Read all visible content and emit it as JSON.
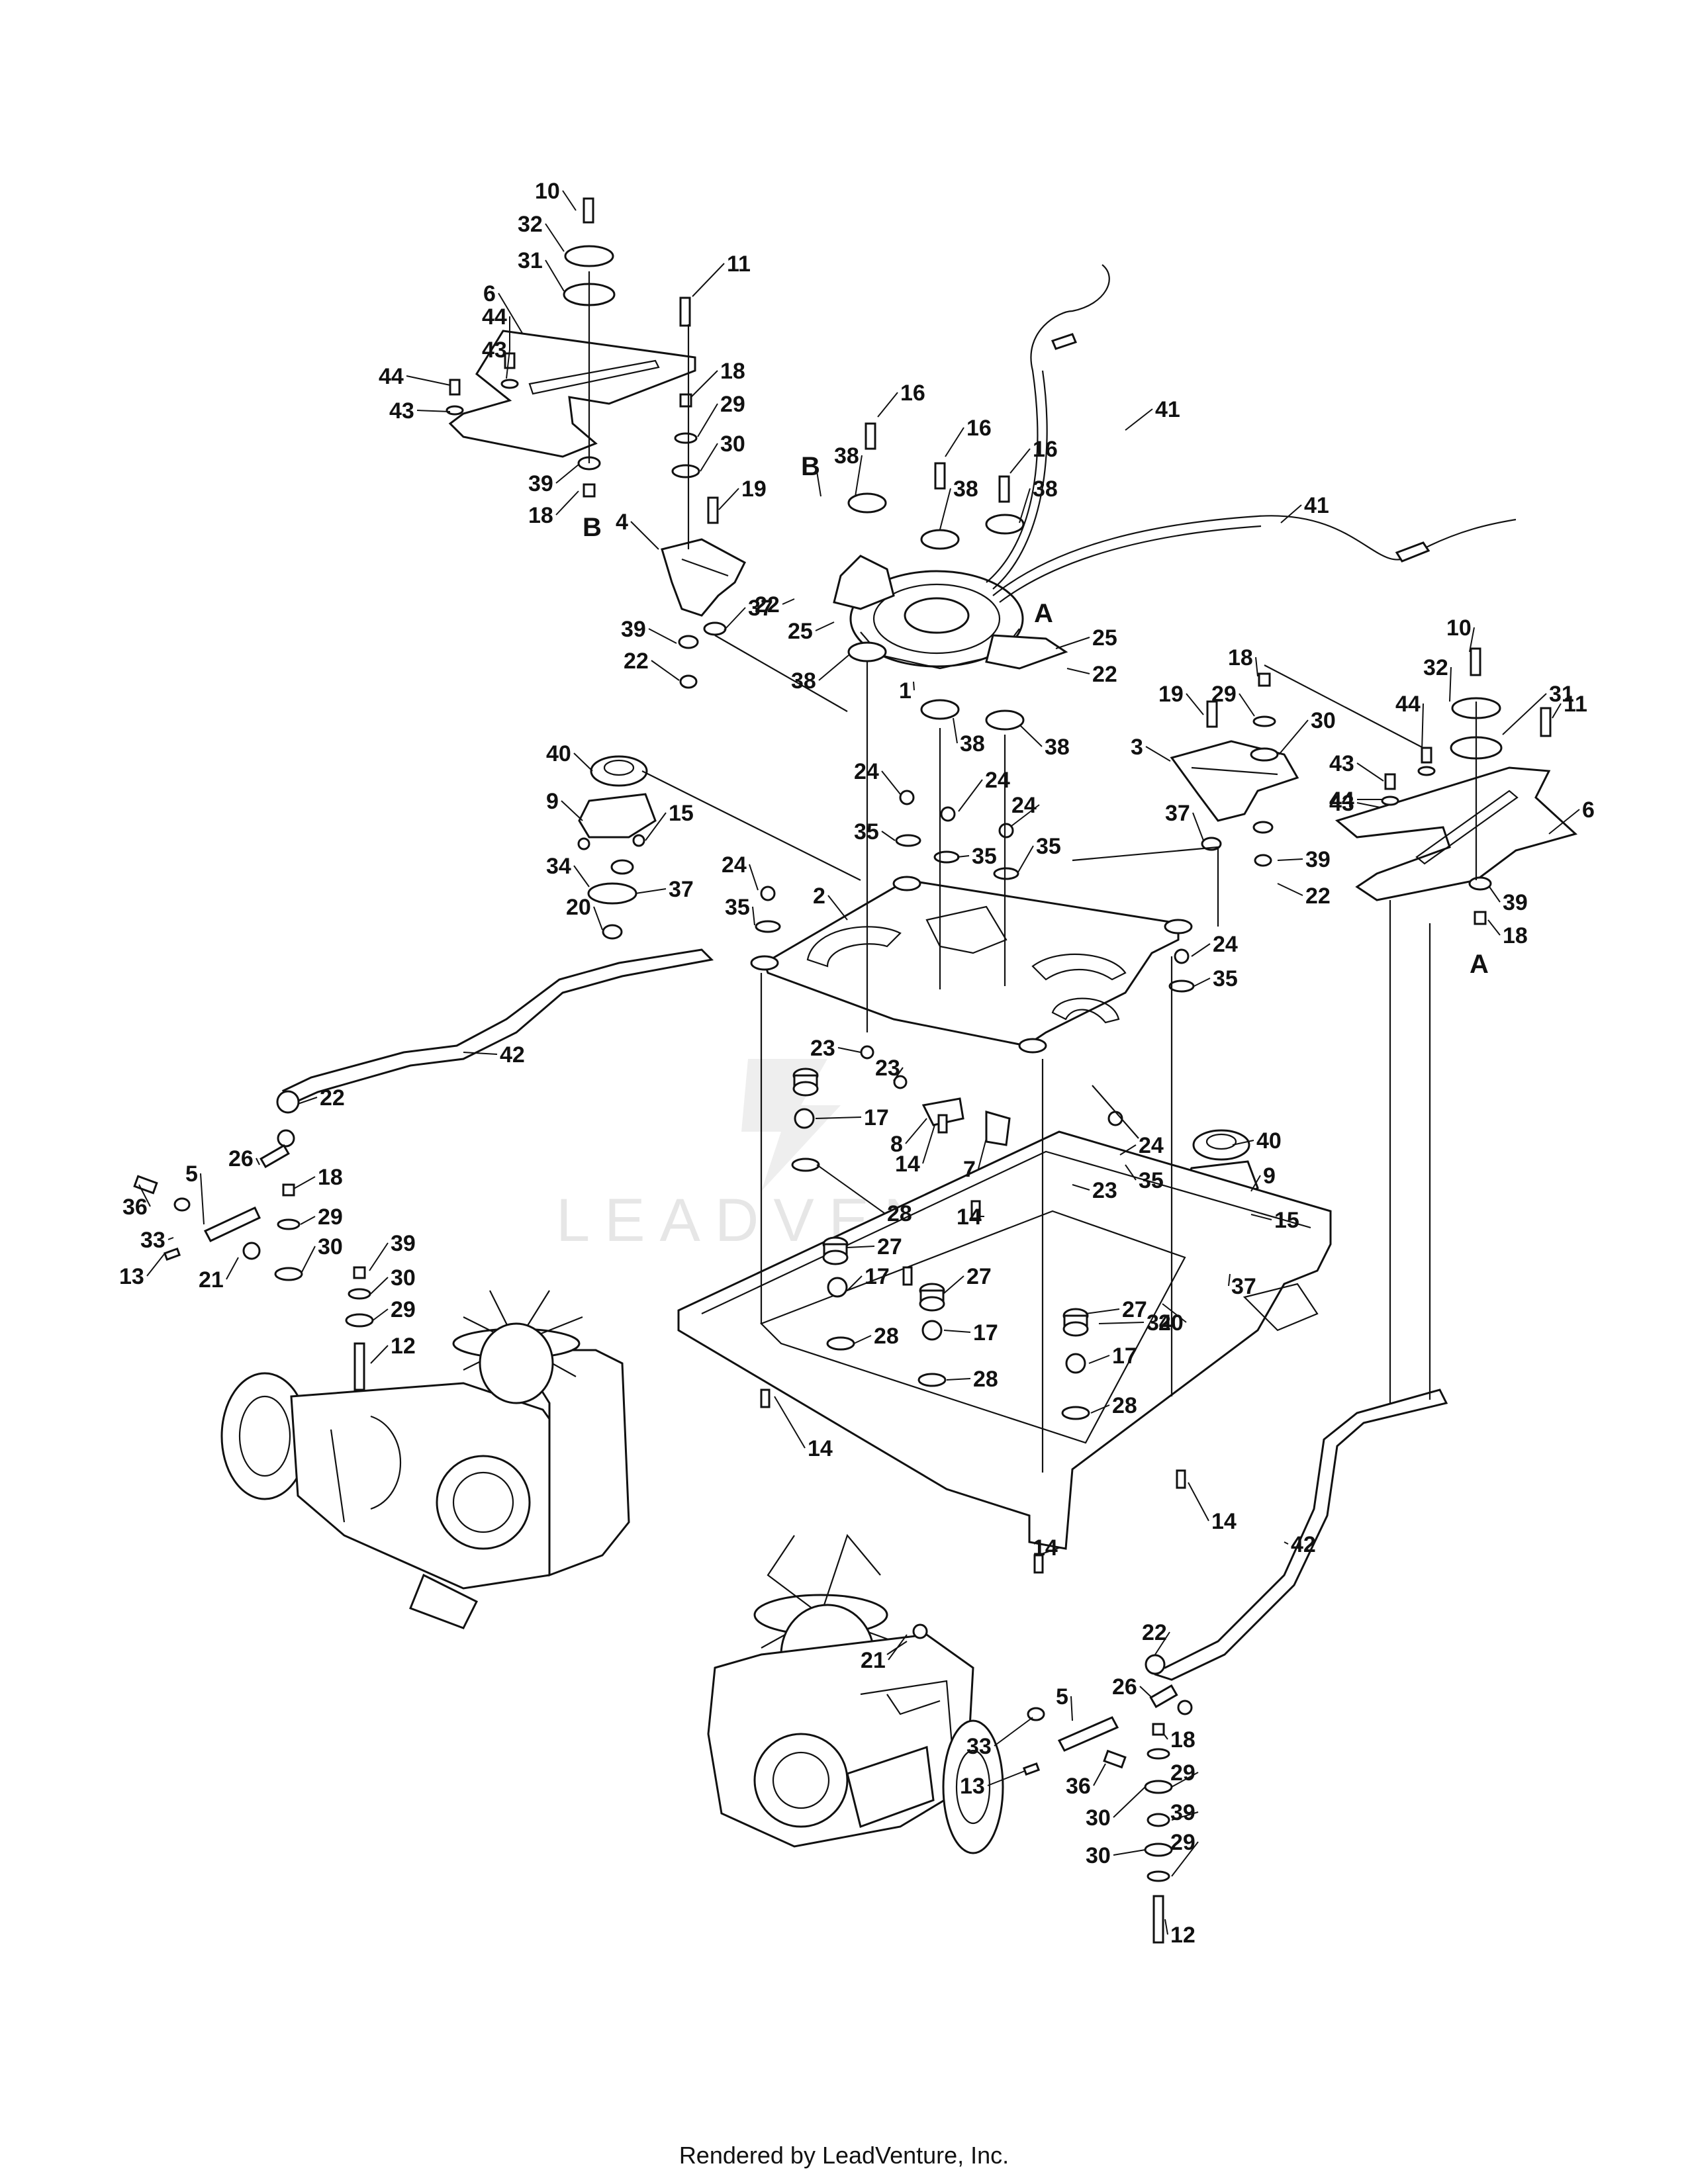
{
  "watermark": "LEADVENTURE",
  "footer": "Rendered by LeadVenture, Inc.",
  "callouts": [
    {
      "t": "10"
    },
    {
      "t": "32"
    },
    {
      "t": "31"
    },
    {
      "t": "11"
    },
    {
      "t": "6"
    },
    {
      "t": "44"
    },
    {
      "t": "43"
    },
    {
      "t": "44"
    },
    {
      "t": "43"
    },
    {
      "t": "18"
    },
    {
      "t": "29"
    },
    {
      "t": "30"
    },
    {
      "t": "39"
    },
    {
      "t": "18"
    },
    {
      "t": "B"
    },
    {
      "t": "19"
    },
    {
      "t": "4"
    },
    {
      "t": "39"
    },
    {
      "t": "22"
    },
    {
      "t": "37"
    },
    {
      "t": "16"
    },
    {
      "t": "16"
    },
    {
      "t": "16"
    },
    {
      "t": "38"
    },
    {
      "t": "38"
    },
    {
      "t": "38"
    },
    {
      "t": "B"
    },
    {
      "t": "22"
    },
    {
      "t": "25"
    },
    {
      "t": "38"
    },
    {
      "t": "1"
    },
    {
      "t": "38"
    },
    {
      "t": "38"
    },
    {
      "t": "A"
    },
    {
      "t": "25"
    },
    {
      "t": "22"
    },
    {
      "t": "41"
    },
    {
      "t": "41"
    },
    {
      "t": "10"
    },
    {
      "t": "18"
    },
    {
      "t": "32"
    },
    {
      "t": "31"
    },
    {
      "t": "11"
    },
    {
      "t": "19"
    },
    {
      "t": "29"
    },
    {
      "t": "30"
    },
    {
      "t": "3"
    },
    {
      "t": "44"
    },
    {
      "t": "43"
    },
    {
      "t": "44"
    },
    {
      "t": "43"
    },
    {
      "t": "6"
    },
    {
      "t": "37"
    },
    {
      "t": "39"
    },
    {
      "t": "22"
    },
    {
      "t": "39"
    },
    {
      "t": "18"
    },
    {
      "t": "A"
    },
    {
      "t": "40"
    },
    {
      "t": "9"
    },
    {
      "t": "15"
    },
    {
      "t": "34"
    },
    {
      "t": "37"
    },
    {
      "t": "20"
    },
    {
      "t": "24"
    },
    {
      "t": "24"
    },
    {
      "t": "24"
    },
    {
      "t": "35"
    },
    {
      "t": "35"
    },
    {
      "t": "35"
    },
    {
      "t": "24"
    },
    {
      "t": "35"
    },
    {
      "t": "2"
    },
    {
      "t": "24"
    },
    {
      "t": "35"
    },
    {
      "t": "42"
    },
    {
      "t": "23"
    },
    {
      "t": "23"
    },
    {
      "t": "22"
    },
    {
      "t": "17"
    },
    {
      "t": "8"
    },
    {
      "t": "14"
    },
    {
      "t": "7"
    },
    {
      "t": "24"
    },
    {
      "t": "35"
    },
    {
      "t": "23"
    },
    {
      "t": "14"
    },
    {
      "t": "40"
    },
    {
      "t": "9"
    },
    {
      "t": "15"
    },
    {
      "t": "36"
    },
    {
      "t": "33"
    },
    {
      "t": "5"
    },
    {
      "t": "26"
    },
    {
      "t": "18"
    },
    {
      "t": "29"
    },
    {
      "t": "30"
    },
    {
      "t": "13"
    },
    {
      "t": "21"
    },
    {
      "t": "28"
    },
    {
      "t": "27"
    },
    {
      "t": "17"
    },
    {
      "t": "27"
    },
    {
      "t": "39"
    },
    {
      "t": "30"
    },
    {
      "t": "29"
    },
    {
      "t": "12"
    },
    {
      "t": "28"
    },
    {
      "t": "17"
    },
    {
      "t": "28"
    },
    {
      "t": "27"
    },
    {
      "t": "34"
    },
    {
      "t": "37"
    },
    {
      "t": "20"
    },
    {
      "t": "17"
    },
    {
      "t": "28"
    },
    {
      "t": "14"
    },
    {
      "t": "14"
    },
    {
      "t": "14"
    },
    {
      "t": "42"
    },
    {
      "t": "22"
    },
    {
      "t": "21"
    },
    {
      "t": "5"
    },
    {
      "t": "26"
    },
    {
      "t": "18"
    },
    {
      "t": "33"
    },
    {
      "t": "29"
    },
    {
      "t": "13"
    },
    {
      "t": "36"
    },
    {
      "t": "30"
    },
    {
      "t": "39"
    },
    {
      "t": "30"
    },
    {
      "t": "29"
    },
    {
      "t": "12"
    }
  ]
}
